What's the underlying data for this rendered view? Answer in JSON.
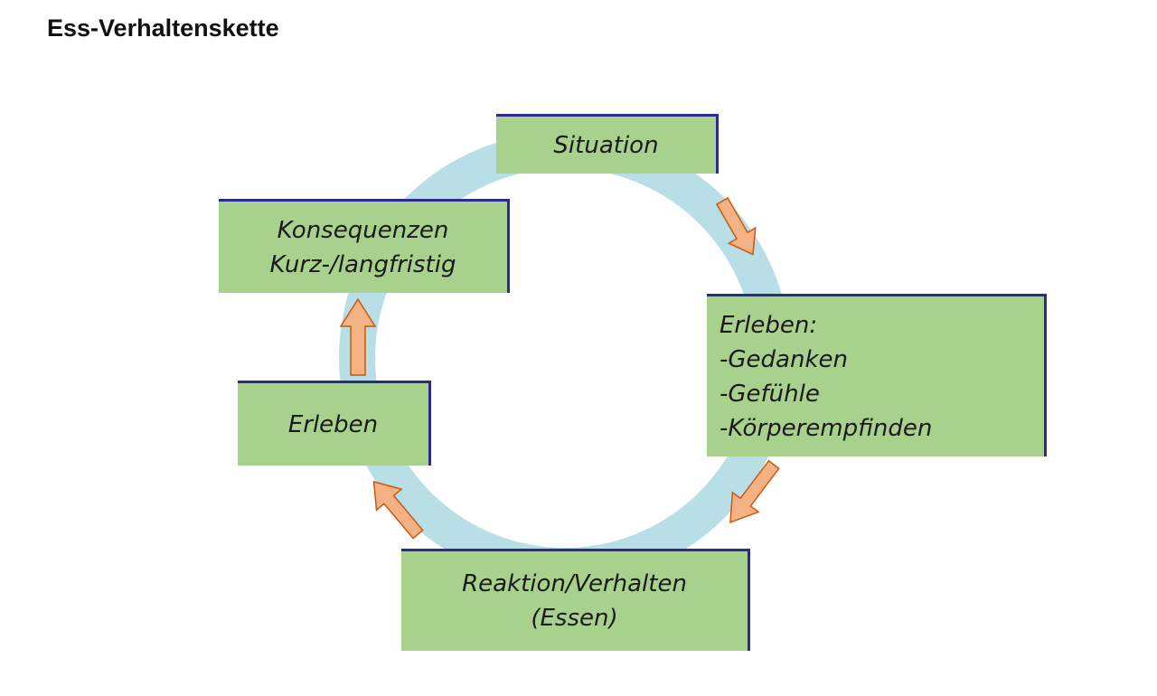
{
  "title": "Ess-Verhaltenskette",
  "nodes": {
    "situation": {
      "lines": [
        "Situation"
      ]
    },
    "erleben_details": {
      "lines": [
        "Erleben:",
        "-Gedanken",
        "-Gefühle",
        "-Körperempfinden"
      ]
    },
    "reaktion": {
      "lines": [
        "Reaktion/Verhalten",
        "(Essen)"
      ]
    },
    "erleben": {
      "lines": [
        "Erleben"
      ]
    },
    "konsequenzen": {
      "lines": [
        "Konsequenzen",
        "Kurz-/langfristig"
      ]
    }
  },
  "colors": {
    "box_fill": "#a9d18e",
    "box_border": "#2b2b8f",
    "ring": "#b8dfe6",
    "arrow_fill": "#f4b183",
    "arrow_stroke": "#c55a11"
  }
}
